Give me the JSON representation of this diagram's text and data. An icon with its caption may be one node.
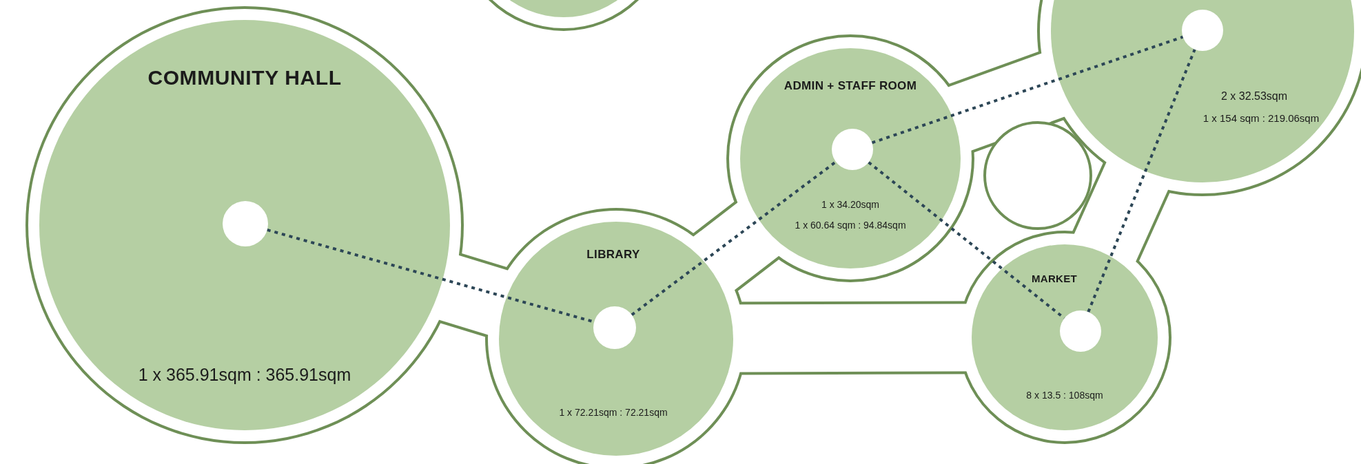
{
  "diagram": {
    "nodes": [
      {
        "text": [],
        "shape": "circle"
      },
      {
        "text": [
          "COMMUNITY HALL",
          "1 x 365.91sqm : 365.91sqm"
        ]
      },
      {
        "text": [],
        "shape": "circle",
        "in": 1
      },
      {
        "text": [
          "2 x 32.53sqm",
          "1 x 154 sqm : 219.06sqm"
        ]
      },
      {
        "text": [],
        "shape": "circle",
        "in": 3
      },
      {
        "text": [
          "ADMIN + STAFF ROOM",
          "1 x 34.20sqm",
          "1 x 60.64 sqm : 94.84sqm"
        ]
      },
      {
        "text": [],
        "shape": "circle",
        "in": 5
      },
      {
        "text": [
          "LIBRARY",
          "1 x 72.21sqm : 72.21sqm"
        ]
      },
      {
        "text": [],
        "shape": "circle",
        "in": 7
      },
      {
        "text": [],
        "shape": "circle"
      },
      {
        "text": [
          "MARKET",
          "8 x 13.5 : 108sqm"
        ]
      },
      {
        "text": [],
        "shape": "circle",
        "in": 10
      }
    ],
    "edges": [
      {
        "from": 2,
        "to": 8,
        "arrow": "none"
      },
      {
        "from": 8,
        "to": 6,
        "arrow": "none"
      },
      {
        "from": 6,
        "to": 4,
        "arrow": "none"
      },
      {
        "from": 6,
        "to": 11,
        "arrow": "none"
      },
      {
        "from": 11,
        "to": 4,
        "arrow": "none"
      }
    ]
  }
}
